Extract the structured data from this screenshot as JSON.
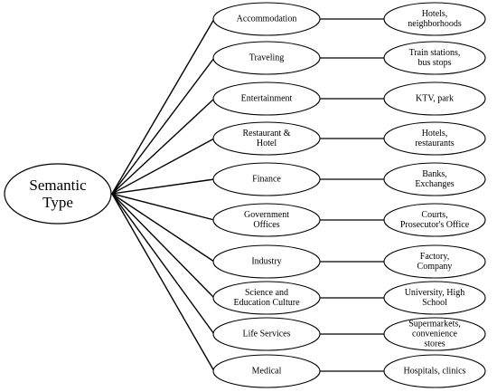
{
  "diagram": {
    "root": {
      "lines": [
        "Semantic",
        "Type"
      ]
    },
    "categories": [
      {
        "lines": [
          "Accommodation"
        ],
        "examples": [
          "Hotels,",
          "neighborhoods"
        ]
      },
      {
        "lines": [
          "Traveling"
        ],
        "examples": [
          "Train stations,",
          "bus stops"
        ]
      },
      {
        "lines": [
          "Entertainment"
        ],
        "examples": [
          "KTV, park"
        ]
      },
      {
        "lines": [
          "Restaurant &",
          "Hotel"
        ],
        "examples": [
          "Hotels,",
          "restaurants"
        ]
      },
      {
        "lines": [
          "Finance"
        ],
        "examples": [
          "Banks,",
          "Exchanges"
        ]
      },
      {
        "lines": [
          "Government",
          "Offices"
        ],
        "examples": [
          "Courts,",
          "Prosecutor's Office"
        ]
      },
      {
        "lines": [
          "Industry"
        ],
        "examples": [
          "Factory,",
          "Company"
        ]
      },
      {
        "lines": [
          "Science and",
          "Education Culture"
        ],
        "examples": [
          "University, High",
          "School"
        ]
      },
      {
        "lines": [
          "Life Services"
        ],
        "examples": [
          "Supermarkets,",
          "convenience",
          "stores"
        ]
      },
      {
        "lines": [
          "Medical"
        ],
        "examples": [
          "Hospitals, clinics"
        ]
      }
    ]
  }
}
